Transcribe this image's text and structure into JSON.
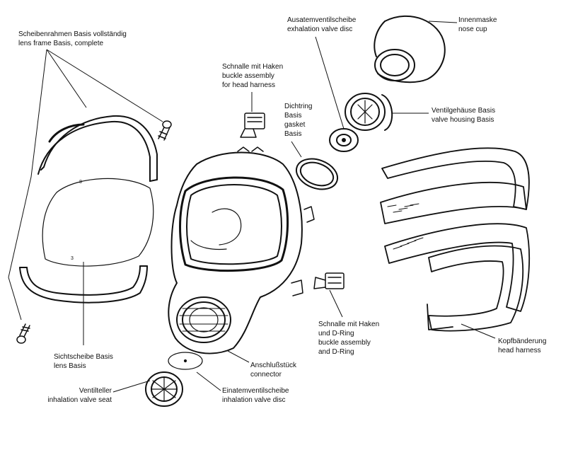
{
  "labels": {
    "lens_frame": {
      "de": "Scheibenrahmen Basis vollständig",
      "en": "lens frame Basis, complete"
    },
    "buckle_head": {
      "de": "Schnalle mit Haken",
      "l2": "buckle assembly",
      "l3": "for head harness"
    },
    "gasket": {
      "de": "Dichtring",
      "l2": "Basis",
      "l3": "gasket",
      "l4": "Basis"
    },
    "exhalation_disc": {
      "de": "Ausatemventilscheibe",
      "en": "exhalation valve disc"
    },
    "nose_cup": {
      "de": "Innenmaske",
      "en": "nose cup"
    },
    "valve_housing": {
      "de": "Ventilgehäuse Basis",
      "en": "valve housing Basis"
    },
    "lens": {
      "de": "Sichtscheibe Basis",
      "en": "lens Basis"
    },
    "buckle_dring": {
      "de": "Schnalle mit Haken",
      "l2": "und D-Ring",
      "l3": "buckle assembly",
      "l4": "and D-Ring"
    },
    "connector": {
      "de": "Anschlußstück",
      "en": "connector"
    },
    "head_harness": {
      "de": "Kopfbänderung",
      "en": "head harness"
    },
    "inhalation_seat": {
      "de": "Ventilteller",
      "en": "inhalation valve seat"
    },
    "inhalation_disc": {
      "de": "Einatemventilscheibe",
      "en": "inhalation valve disc"
    }
  },
  "marks": {
    "lens_mark_1": "8",
    "lens_mark_2": "3"
  }
}
